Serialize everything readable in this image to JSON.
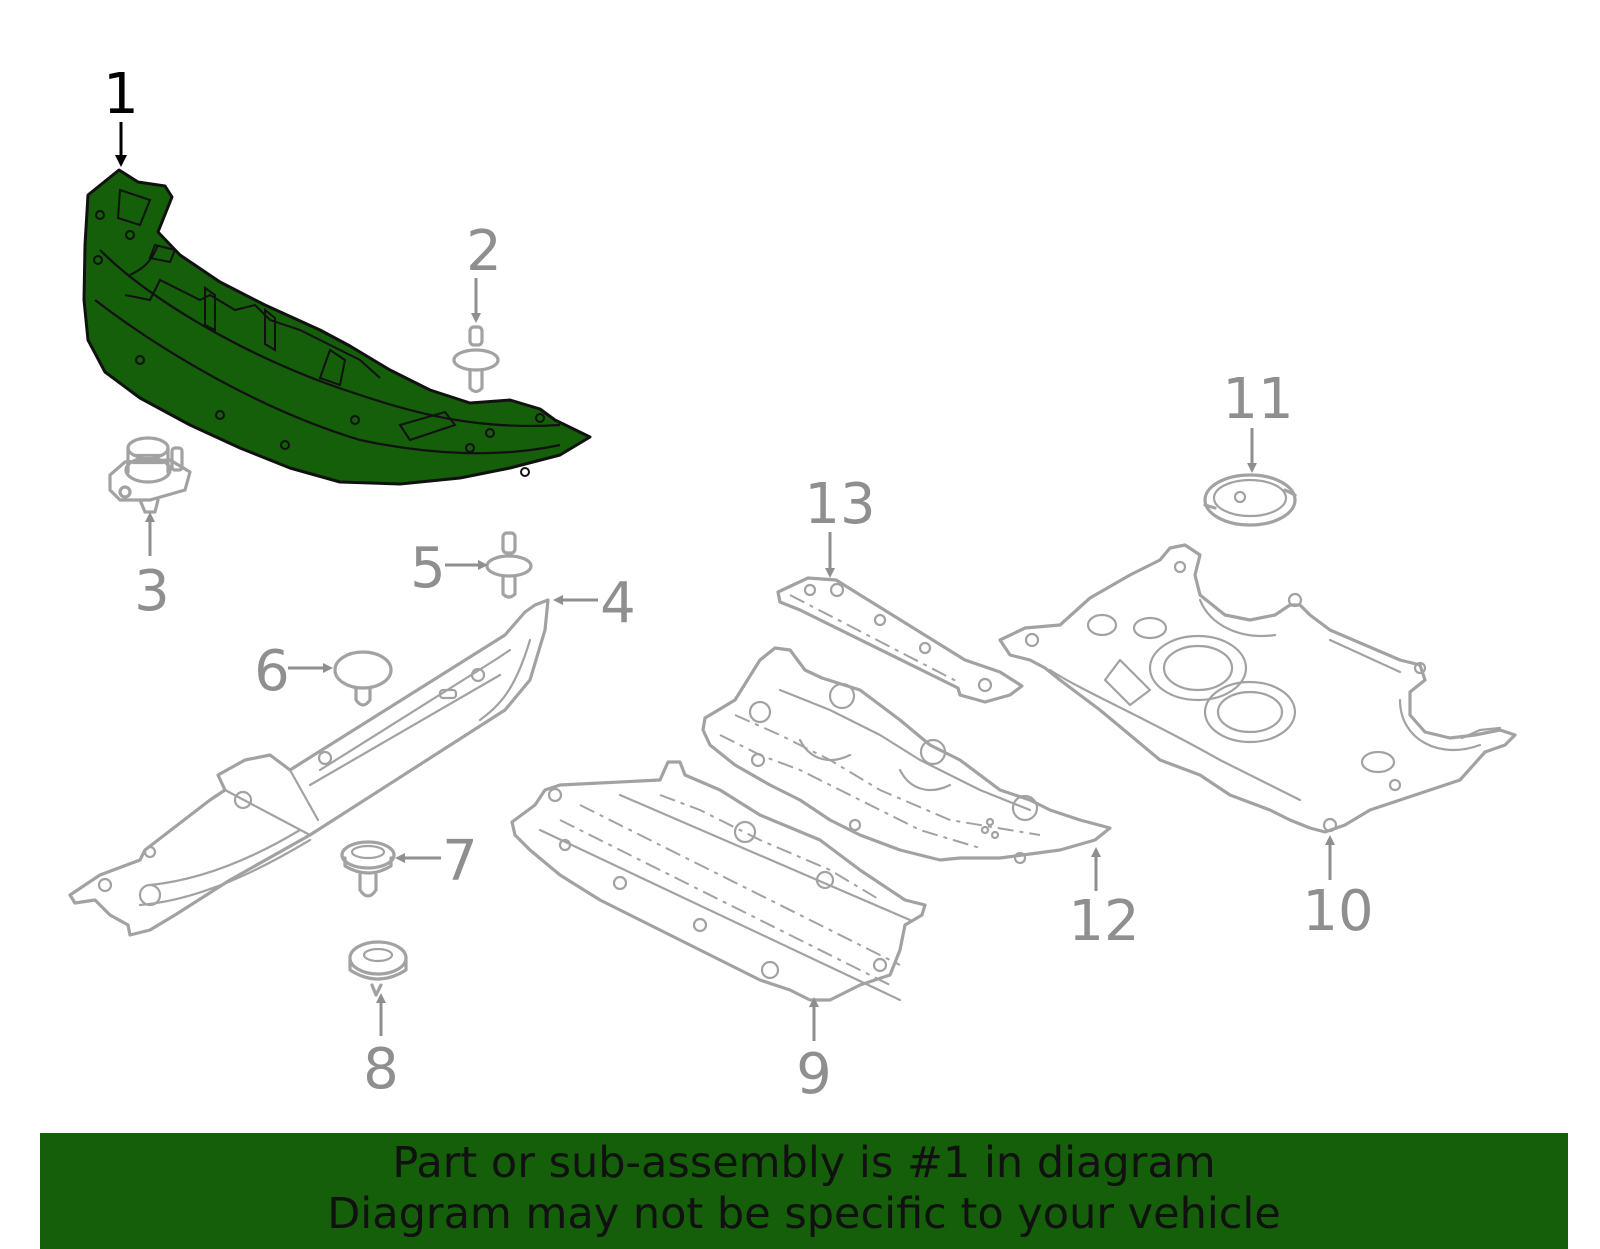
{
  "diagram": {
    "highlight_color": "#155e0a",
    "callouts": [
      {
        "id": "1",
        "label": "1",
        "highlighted": true
      },
      {
        "id": "2",
        "label": "2"
      },
      {
        "id": "3",
        "label": "3"
      },
      {
        "id": "4",
        "label": "4"
      },
      {
        "id": "5",
        "label": "5"
      },
      {
        "id": "6",
        "label": "6"
      },
      {
        "id": "7",
        "label": "7"
      },
      {
        "id": "8",
        "label": "8"
      },
      {
        "id": "9",
        "label": "9"
      },
      {
        "id": "10",
        "label": "10"
      },
      {
        "id": "11",
        "label": "11"
      },
      {
        "id": "12",
        "label": "12"
      },
      {
        "id": "13",
        "label": "13"
      }
    ]
  },
  "banner": {
    "line1": "Part or sub-assembly is #1 in diagram",
    "line2": "Diagram may not be specific to your vehicle",
    "background": "#155e0a"
  }
}
